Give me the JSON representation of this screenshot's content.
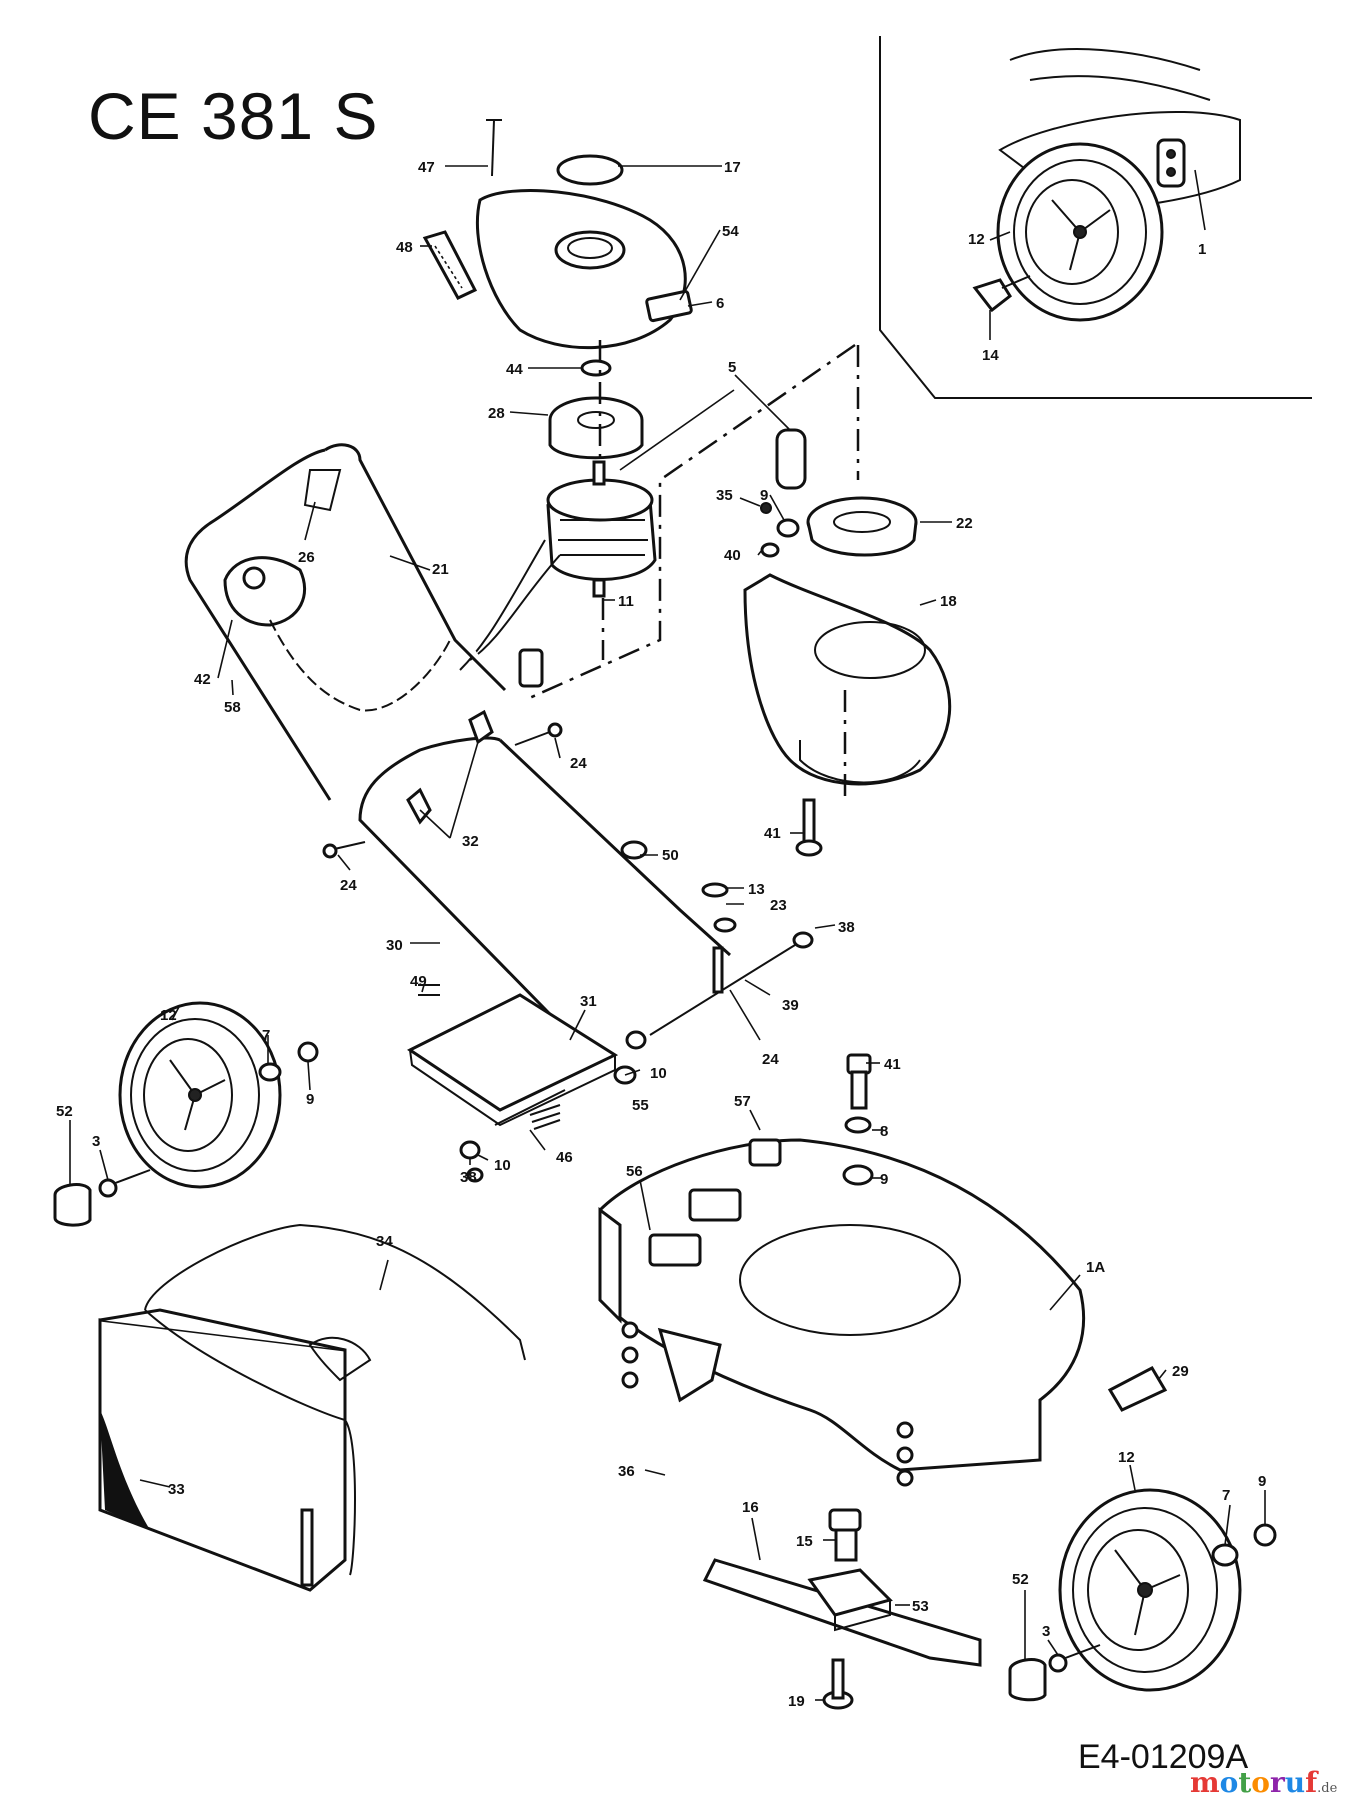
{
  "title": "CE 381 S",
  "diagram_code": "E4-01209A",
  "watermark": {
    "text": "motoruf",
    "suffix": ".de",
    "colors": [
      "#e53935",
      "#1e88e5",
      "#43a047",
      "#fb8c00",
      "#8e24aa",
      "#1e88e5",
      "#e53935"
    ]
  },
  "callouts": [
    {
      "id": "c47",
      "label": "47"
    },
    {
      "id": "c17",
      "label": "17"
    },
    {
      "id": "c48",
      "label": "48"
    },
    {
      "id": "c54",
      "label": "54"
    },
    {
      "id": "c6",
      "label": "6"
    },
    {
      "id": "c44",
      "label": "44"
    },
    {
      "id": "c28",
      "label": "28"
    },
    {
      "id": "c5",
      "label": "5"
    },
    {
      "id": "c12a",
      "label": "12"
    },
    {
      "id": "c1",
      "label": "1"
    },
    {
      "id": "c14",
      "label": "14"
    },
    {
      "id": "c35",
      "label": "35"
    },
    {
      "id": "c9a",
      "label": "9"
    },
    {
      "id": "c22",
      "label": "22"
    },
    {
      "id": "c40",
      "label": "40"
    },
    {
      "id": "c26",
      "label": "26"
    },
    {
      "id": "c21",
      "label": "21"
    },
    {
      "id": "c11",
      "label": "11"
    },
    {
      "id": "c18",
      "label": "18"
    },
    {
      "id": "c42",
      "label": "42"
    },
    {
      "id": "c58",
      "label": "58"
    },
    {
      "id": "c24a",
      "label": "24"
    },
    {
      "id": "c32",
      "label": "32"
    },
    {
      "id": "c41a",
      "label": "41"
    },
    {
      "id": "c24b",
      "label": "24"
    },
    {
      "id": "c50",
      "label": "50"
    },
    {
      "id": "c13",
      "label": "13"
    },
    {
      "id": "c23",
      "label": "23"
    },
    {
      "id": "c38a",
      "label": "38"
    },
    {
      "id": "c30",
      "label": "30"
    },
    {
      "id": "c39",
      "label": "39"
    },
    {
      "id": "c49",
      "label": "49"
    },
    {
      "id": "c31",
      "label": "31"
    },
    {
      "id": "c12b",
      "label": "12"
    },
    {
      "id": "c7a",
      "label": "7"
    },
    {
      "id": "c9b",
      "label": "9"
    },
    {
      "id": "c24c",
      "label": "24"
    },
    {
      "id": "c41b",
      "label": "41"
    },
    {
      "id": "c10a",
      "label": "10"
    },
    {
      "id": "c55",
      "label": "55"
    },
    {
      "id": "c52a",
      "label": "52"
    },
    {
      "id": "c3a",
      "label": "3"
    },
    {
      "id": "c8",
      "label": "8"
    },
    {
      "id": "c57",
      "label": "57"
    },
    {
      "id": "c46",
      "label": "46"
    },
    {
      "id": "c10b",
      "label": "10"
    },
    {
      "id": "c38b",
      "label": "38"
    },
    {
      "id": "c9c",
      "label": "9"
    },
    {
      "id": "c56",
      "label": "56"
    },
    {
      "id": "c34",
      "label": "34"
    },
    {
      "id": "c1a",
      "label": "1A"
    },
    {
      "id": "c29",
      "label": "29"
    },
    {
      "id": "c33",
      "label": "33"
    },
    {
      "id": "c36",
      "label": "36"
    },
    {
      "id": "c12c",
      "label": "12"
    },
    {
      "id": "c7b",
      "label": "7"
    },
    {
      "id": "c9d",
      "label": "9"
    },
    {
      "id": "c15",
      "label": "15"
    },
    {
      "id": "c16",
      "label": "16"
    },
    {
      "id": "c53",
      "label": "53"
    },
    {
      "id": "c52b",
      "label": "52"
    },
    {
      "id": "c3b",
      "label": "3"
    },
    {
      "id": "c19",
      "label": "19"
    }
  ]
}
